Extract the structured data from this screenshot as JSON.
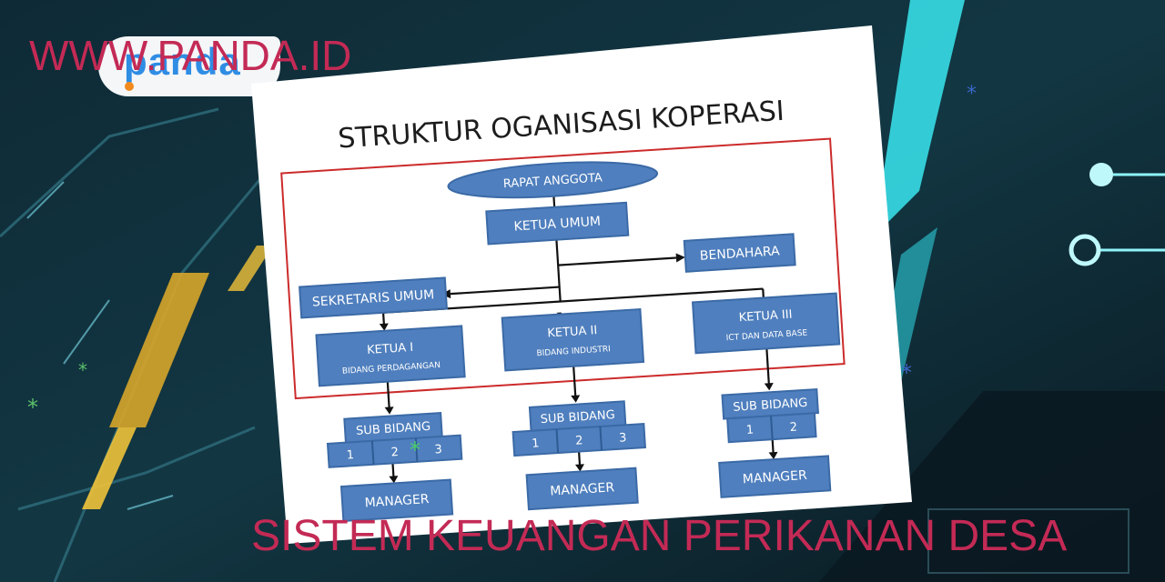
{
  "branding": {
    "logo_text": "panda",
    "site_url": "WWW.PANDA.ID"
  },
  "caption": "SISTEM KEUANGAN PERIKANAN DESA",
  "chart": {
    "title": "STRUKTUR OGANISASI KOPERASI",
    "nodes": {
      "rapat_anggota": "RAPAT ANGGOTA",
      "ketua_umum": "KETUA UMUM",
      "bendahara": "BENDAHARA",
      "sekretaris_umum": "SEKRETARIS UMUM",
      "ketua_1": "KETUA I",
      "ketua_1_sub": "BIDANG PERDAGANGAN",
      "ketua_2": "KETUA II",
      "ketua_2_sub": "BIDANG INDUSTRI",
      "ketua_3": "KETUA III",
      "ketua_3_sub": "ICT DAN DATA BASE",
      "sub_bidang": "SUB BIDANG",
      "manager": "MANAGER"
    },
    "sub_units_1": [
      "1",
      "2",
      "3"
    ],
    "sub_units_2": [
      "1",
      "2",
      "3"
    ],
    "sub_units_3": [
      "1",
      "2"
    ]
  },
  "colors": {
    "node_fill": "#4f7fbe",
    "node_stroke": "#3b6aa6",
    "frame": "#cc2b2b",
    "caption": "#c32a55",
    "background": "#0b1e28",
    "accent_cyan": "#39e6f0"
  }
}
